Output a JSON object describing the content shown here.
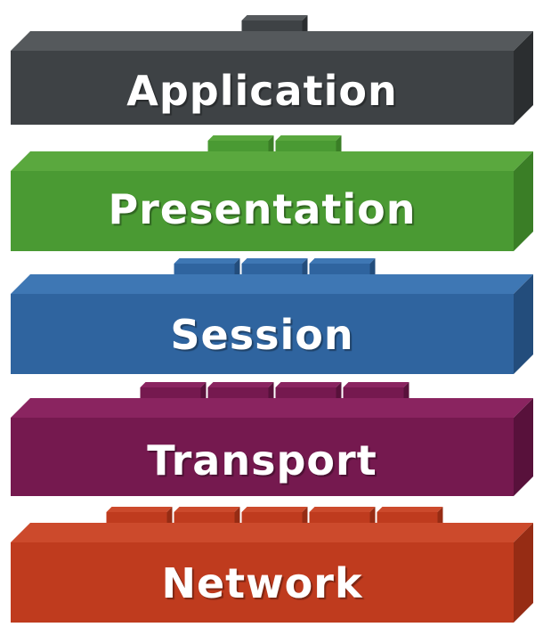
{
  "layers": [
    {
      "label": "Application",
      "colors": {
        "top": "#55595c",
        "front": "#3e4245",
        "side": "#2b2e30"
      },
      "tabs": 1
    },
    {
      "label": "Presentation",
      "colors": {
        "top": "#5aa83e",
        "front": "#4a9a33",
        "side": "#3a7e26"
      },
      "tabs": 2
    },
    {
      "label": "Session",
      "colors": {
        "top": "#3e77b4",
        "front": "#2f649f",
        "side": "#234d7c"
      },
      "tabs": 3
    },
    {
      "label": "Transport",
      "colors": {
        "top": "#8a2460",
        "front": "#75194f",
        "side": "#58113b"
      },
      "tabs": 4
    },
    {
      "label": "Network",
      "colors": {
        "top": "#cc4a2c",
        "front": "#bf3b1e",
        "side": "#962c14"
      },
      "tabs": 5
    }
  ]
}
